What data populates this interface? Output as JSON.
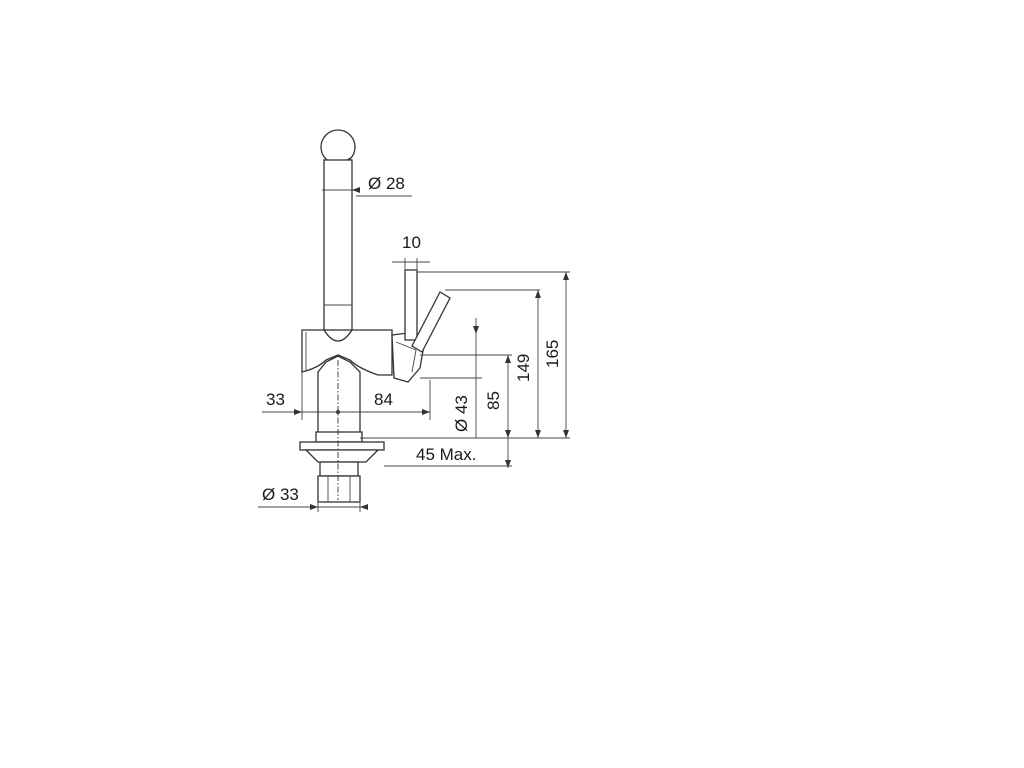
{
  "drawing": {
    "colors": {
      "line": "#333333",
      "text": "#1a1a1a",
      "background": "#ffffff"
    },
    "dimensions": {
      "spout_diameter": "Ø 28",
      "lever_width": "10",
      "total_height": "165",
      "lever_height": "149",
      "body_diameter": "Ø 43",
      "body_height": "85",
      "left_offset": "33",
      "spout_reach": "84",
      "max_thickness": "45 Max.",
      "shank_diameter": "Ø 33"
    }
  }
}
